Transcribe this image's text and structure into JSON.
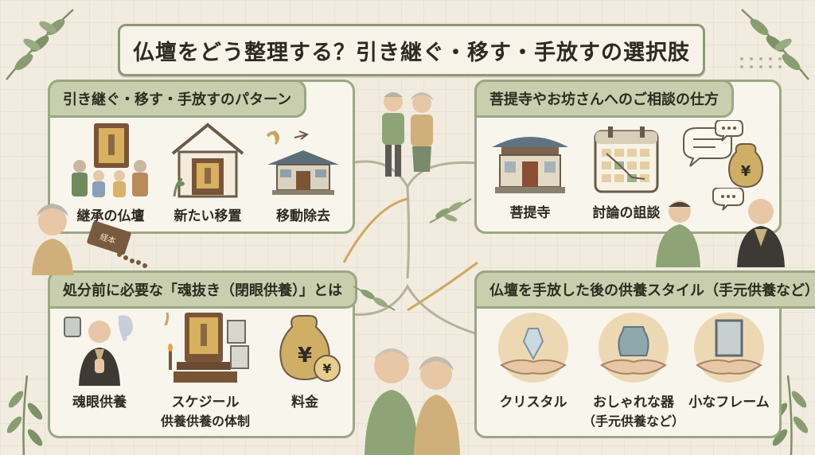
{
  "title": "仏壇をどう整理する？引き継ぐ・移す・手放すの選択肢",
  "panels": {
    "patterns": {
      "heading": "引き継ぐ・移す・手放すのパターン",
      "items": [
        "継承の仏壇",
        "新たい移置",
        "移動除去"
      ]
    },
    "consult": {
      "heading": "菩提寺やお坊さんへのご相談の仕方",
      "items": [
        "菩提寺",
        "討論の詛談"
      ]
    },
    "soul": {
      "heading": "処分前に必要な「魂抜き（閉眼供養）」とは",
      "items": [
        "魂眼供養",
        "スケジール",
        "供養供養の体制",
        "料金"
      ]
    },
    "memorial": {
      "heading": "仏壇を手放した後の供養スタイル（手元供養など）",
      "items": [
        "クリスタル",
        "おしゃれな器",
        "（手元供養など）",
        "小なフレーム"
      ]
    }
  },
  "icons": {
    "book_label": "経本",
    "yen_symbol": "¥"
  },
  "colors": {
    "background": "#f1ecdf",
    "panel_border": "#9aa784",
    "panel_header": "#c9cfae",
    "accent_green": "#7f9a6a",
    "accent_brown": "#8a6a45"
  }
}
